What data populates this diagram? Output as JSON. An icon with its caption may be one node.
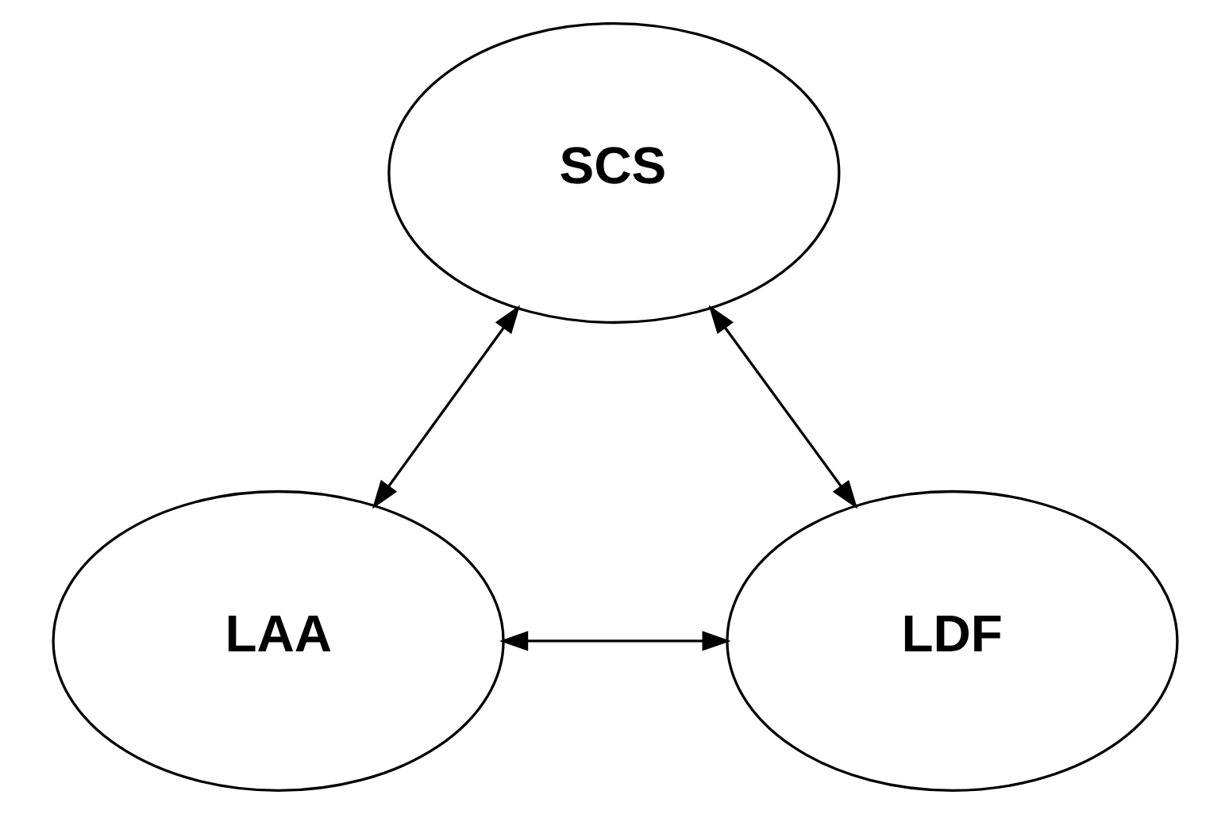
{
  "diagram": {
    "nodes": [
      {
        "text": [
          "SCS"
        ]
      },
      {
        "text": [
          "LAA"
        ]
      },
      {
        "text": [
          "LDF"
        ]
      }
    ],
    "edges": [
      {
        "from": 0,
        "to": 1,
        "arrow": "both"
      },
      {
        "from": 0,
        "to": 2,
        "arrow": "both"
      },
      {
        "from": 1,
        "to": 2,
        "arrow": "both"
      }
    ]
  }
}
